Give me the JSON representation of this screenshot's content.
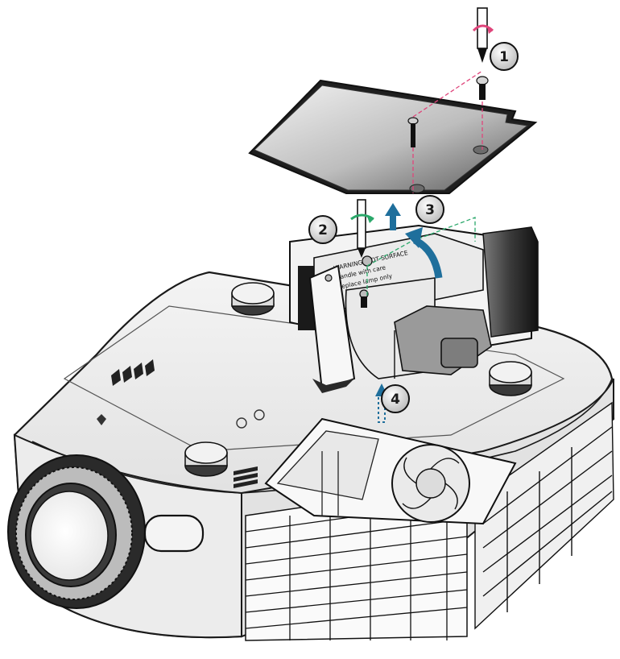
{
  "steps": [
    {
      "number": "1"
    },
    {
      "number": "2"
    },
    {
      "number": "3"
    },
    {
      "number": "4"
    }
  ],
  "colors": {
    "screw_rotation_arrow": "#e0457b",
    "screw_path_dashed": "#e0457b",
    "lamp_screw_rotation_arrow": "#2aa86a",
    "lamp_path_dashed": "#2aa86a",
    "lift_arrow": "#1f6f9c",
    "callout_fill": "#d9d9d9"
  },
  "lamp_label": {
    "lines": [
      "WARNING: HOT SURFACE",
      "Handle with care",
      "Replace lamp only"
    ]
  }
}
